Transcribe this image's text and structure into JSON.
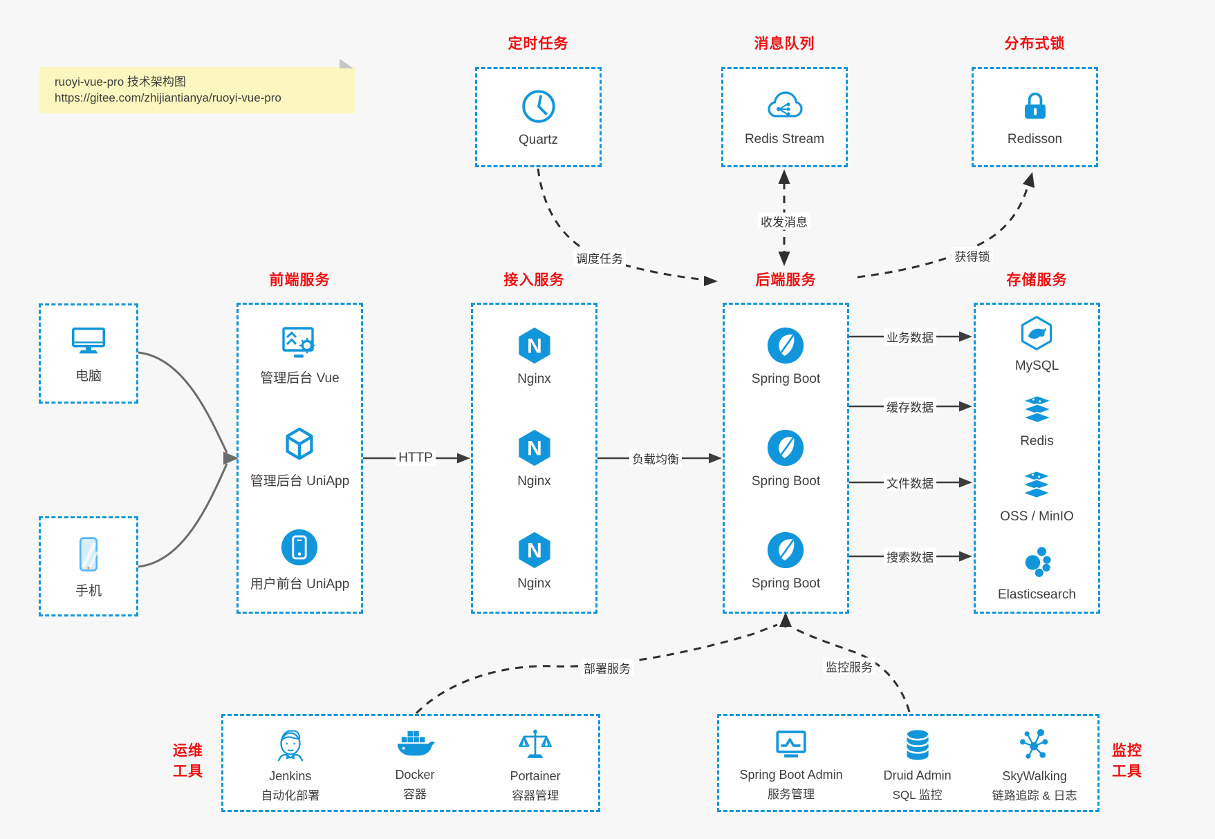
{
  "note": {
    "line1": "ruoyi-vue-pro 技术架构图",
    "line2": "https://gitee.com/zhijiantianya/ruoyi-vue-pro"
  },
  "colors": {
    "accent_blue": "#1296db",
    "title_red": "#ee1111",
    "page_bg": "#f7f7f8",
    "node_text": "#3f3f3f",
    "note_bg": "#fbf7bf"
  },
  "top_groups": [
    {
      "title": "定时任务",
      "icon": "clock-icon",
      "label": "Quartz"
    },
    {
      "title": "消息队列",
      "icon": "cloud-share-icon",
      "label": "Redis Stream"
    },
    {
      "title": "分布式锁",
      "icon": "lock-icon",
      "label": "Redisson"
    }
  ],
  "clients": [
    {
      "icon": "desktop-icon",
      "label": "电脑"
    },
    {
      "icon": "phone-icon",
      "label": "手机"
    }
  ],
  "columns": [
    {
      "title": "前端服务",
      "items": [
        {
          "icon": "admin-vue-icon",
          "label": "管理后台 Vue"
        },
        {
          "icon": "cube-icon",
          "label": "管理后台 UniApp"
        },
        {
          "icon": "mobile-app-icon",
          "label": "用户前台 UniApp"
        }
      ]
    },
    {
      "title": "接入服务",
      "items": [
        {
          "icon": "nginx-icon",
          "label": "Nginx"
        },
        {
          "icon": "nginx-icon",
          "label": "Nginx"
        },
        {
          "icon": "nginx-icon",
          "label": "Nginx"
        }
      ]
    },
    {
      "title": "后端服务",
      "items": [
        {
          "icon": "spring-icon",
          "label": "Spring Boot"
        },
        {
          "icon": "spring-icon",
          "label": "Spring Boot"
        },
        {
          "icon": "spring-icon",
          "label": "Spring Boot"
        }
      ]
    },
    {
      "title": "存储服务",
      "items": [
        {
          "icon": "mysql-icon",
          "label": "MySQL"
        },
        {
          "icon": "redis-icon",
          "label": "Redis"
        },
        {
          "icon": "storage-stack-icon",
          "label": "OSS / MinIO"
        },
        {
          "icon": "elasticsearch-icon",
          "label": "Elasticsearch"
        }
      ]
    }
  ],
  "edges": {
    "http": "HTTP",
    "load_balance": "负载均衡",
    "business": "业务数据",
    "cache": "缓存数据",
    "file": "文件数据",
    "search": "搜索数据",
    "schedule": "调度任务",
    "message": "收发消息",
    "lock": "获得锁",
    "deploy": "部署服务",
    "monitor": "监控服务"
  },
  "bottom_groups": [
    {
      "title": "运维工具",
      "items": [
        {
          "icon": "jenkins-icon",
          "name": "Jenkins",
          "desc": "自动化部署"
        },
        {
          "icon": "docker-icon",
          "name": "Docker",
          "desc": "容器"
        },
        {
          "icon": "portainer-icon",
          "name": "Portainer",
          "desc": "容器管理"
        }
      ]
    },
    {
      "title": "监控工具",
      "items": [
        {
          "icon": "springadmin-icon",
          "name": "Spring Boot Admin",
          "desc": "服务管理"
        },
        {
          "icon": "druid-icon",
          "name": "Druid Admin",
          "desc": "SQL 监控"
        },
        {
          "icon": "skywalking-icon",
          "name": "SkyWalking",
          "desc": "链路追踪 & 日志"
        }
      ]
    }
  ]
}
